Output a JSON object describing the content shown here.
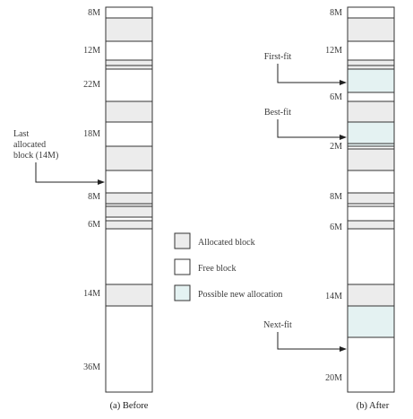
{
  "colors": {
    "allocated": "#ececec",
    "free": "#ffffff",
    "possible": "#e4f2f2",
    "outline": "#333333"
  },
  "before": {
    "caption": "(a) Before",
    "blocks": [
      {
        "state": "free",
        "label": "8M"
      },
      {
        "state": "allocated"
      },
      {
        "state": "free",
        "label": "12M"
      },
      {
        "state": "allocated"
      },
      {
        "state": "free",
        "label": "22M"
      },
      {
        "state": "allocated"
      },
      {
        "state": "free",
        "label": "18M"
      },
      {
        "state": "allocated"
      },
      {
        "state": "free",
        "label": "8M"
      },
      {
        "state": "allocated"
      },
      {
        "state": "free",
        "label": "6M"
      },
      {
        "state": "allocated"
      },
      {
        "state": "free",
        "label": "14M"
      },
      {
        "state": "allocated"
      },
      {
        "state": "free",
        "label": "36M"
      }
    ]
  },
  "after": {
    "caption": "(b) After",
    "blocks": [
      {
        "state": "free",
        "label": "8M"
      },
      {
        "state": "allocated"
      },
      {
        "state": "free",
        "label": "12M"
      },
      {
        "state": "allocated"
      },
      {
        "state": "possible"
      },
      {
        "state": "free",
        "label": "6M"
      },
      {
        "state": "allocated"
      },
      {
        "state": "possible"
      },
      {
        "state": "free",
        "label": "2M"
      },
      {
        "state": "allocated"
      },
      {
        "state": "free",
        "label": "8M"
      },
      {
        "state": "allocated"
      },
      {
        "state": "free",
        "label": "6M"
      },
      {
        "state": "allocated"
      },
      {
        "state": "free",
        "label": "14M"
      },
      {
        "state": "allocated"
      },
      {
        "state": "possible"
      },
      {
        "state": "free",
        "label": "20M"
      }
    ]
  },
  "annotations": {
    "last_allocated": [
      "Last",
      "allocated",
      "block (14M)"
    ],
    "first_fit": "First-fit",
    "best_fit": "Best-fit",
    "next_fit": "Next-fit"
  },
  "legend": {
    "allocated": "Allocated block",
    "free": "Free block",
    "possible": "Possible new allocation"
  }
}
